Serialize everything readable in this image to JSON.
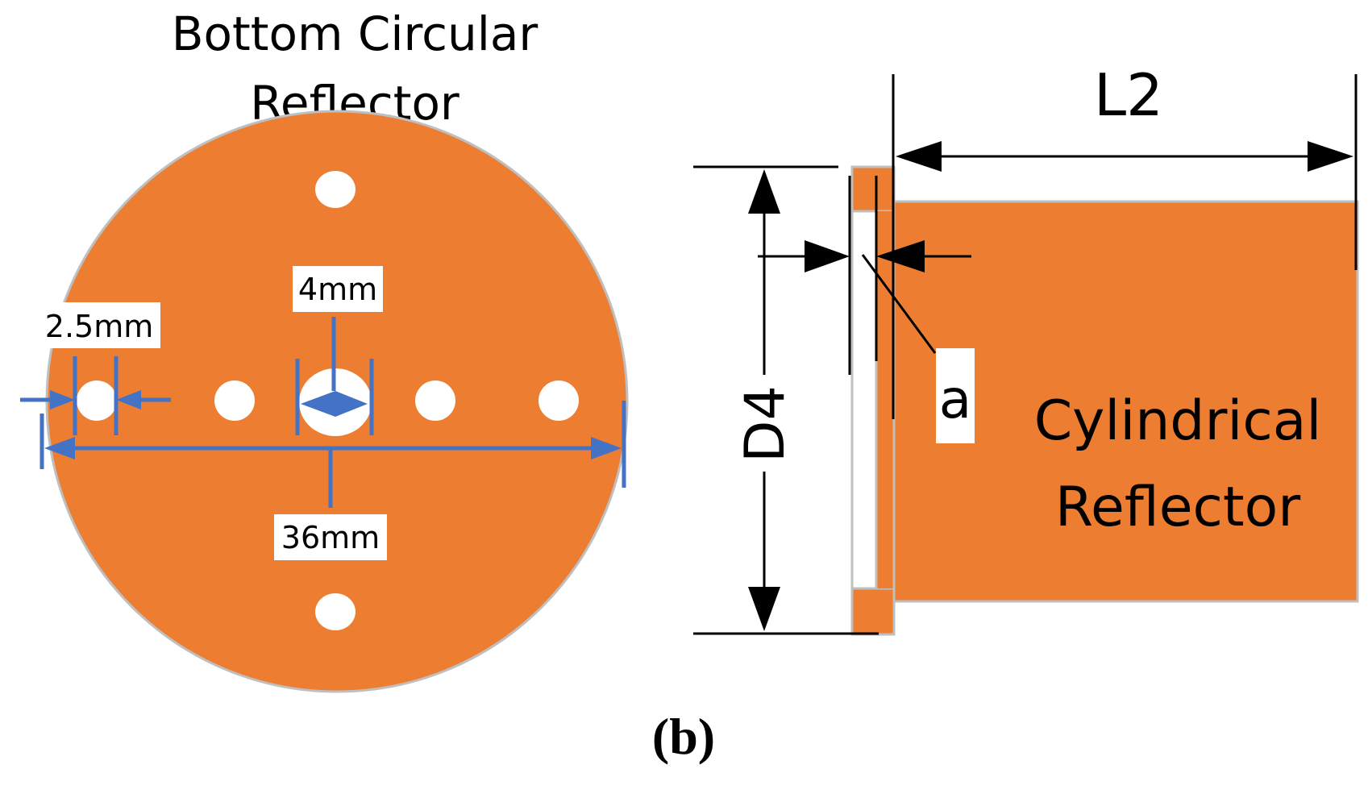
{
  "left_view": {
    "title_line1": "Bottom Circular",
    "title_line2": "Reflector",
    "labels": {
      "hole_small": "2.5mm",
      "hole_center": "4mm",
      "diameter": "36mm"
    }
  },
  "right_view": {
    "dim_length": "L2",
    "dim_diameter": "D4",
    "dim_gap": "a",
    "body_line1": "Cylindrical",
    "body_line2": "Reflector"
  },
  "caption": "(b)",
  "colors": {
    "reflector_fill": "#ed7d31",
    "dimension_blue": "#4472c4",
    "outline_gray": "#bfbfbf"
  }
}
